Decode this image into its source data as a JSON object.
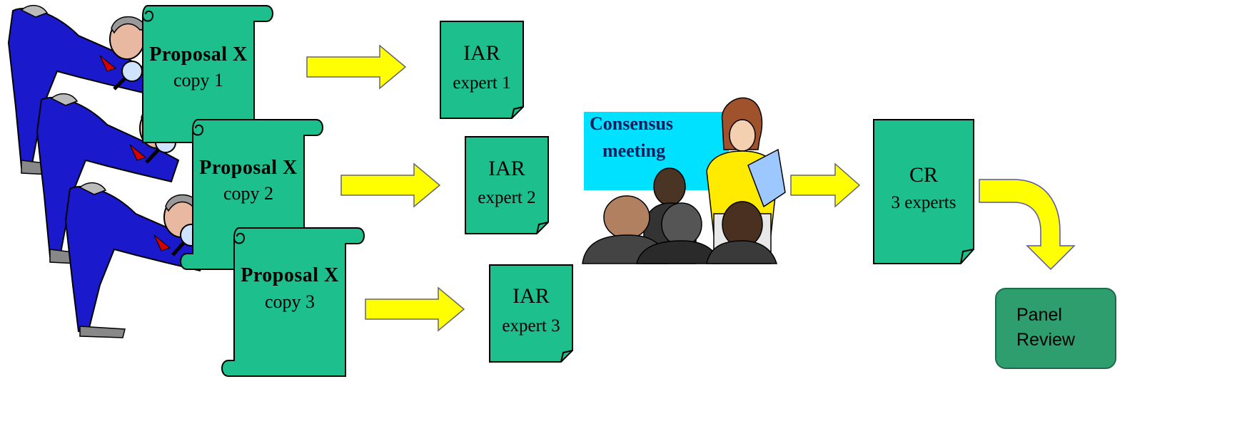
{
  "proposals": [
    {
      "title": "Proposal X",
      "copy": "copy 1"
    },
    {
      "title": "Proposal X",
      "copy": "copy 2"
    },
    {
      "title": "Proposal X",
      "copy": "copy 3"
    }
  ],
  "iar_reports": [
    {
      "title": "IAR",
      "expert": "expert 1"
    },
    {
      "title": "IAR",
      "expert": "expert 2"
    },
    {
      "title": "IAR",
      "expert": "expert 3"
    }
  ],
  "consensus": {
    "line1": "Consensus",
    "line2": "meeting"
  },
  "consensus_report": {
    "title": "CR",
    "subtitle": "3 experts"
  },
  "panel_review": {
    "line1": "Panel",
    "line2": "Review"
  },
  "colors": {
    "document_fill": "#1dbf8c",
    "arrow_fill": "#ffff00",
    "consensus_box": "#00e1ff",
    "panel_fill": "#2e9e6e",
    "reviewer_suit": "#1a1acc"
  }
}
